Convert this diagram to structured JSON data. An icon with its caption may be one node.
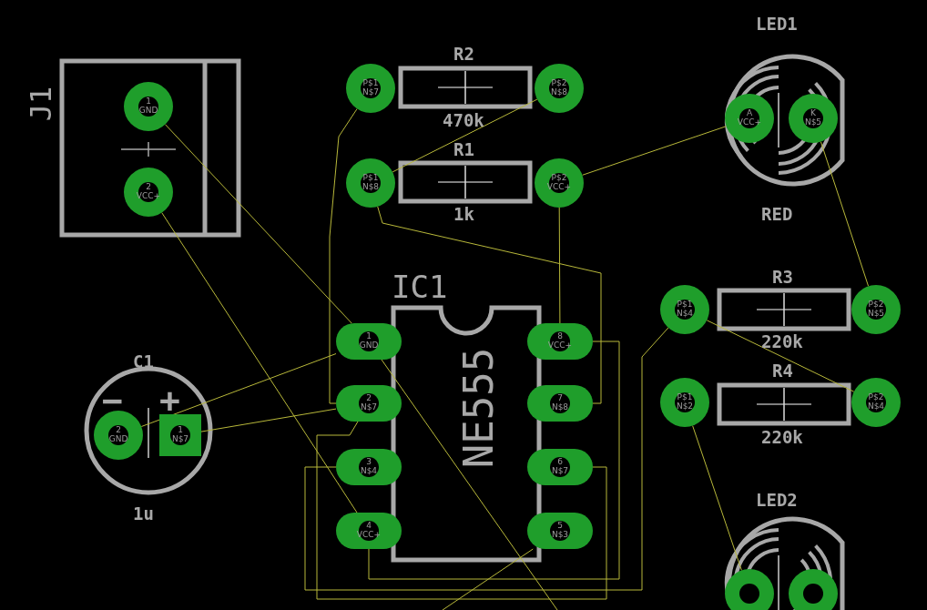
{
  "diagram": {
    "nodes": [
      {
        "text": [
          "J1"
        ]
      },
      {
        "text": [
          "1",
          "GND"
        ],
        "in": 0
      },
      {
        "text": [
          "2",
          "VCC+"
        ],
        "in": 0
      },
      {
        "text": [
          "R2",
          "470k"
        ]
      },
      {
        "text": [
          "P$1",
          "N$7"
        ]
      },
      {
        "text": [
          "P$2",
          "N$8"
        ]
      },
      {
        "text": [
          "R1",
          "1k"
        ]
      },
      {
        "text": [
          "P$1",
          "N$8"
        ]
      },
      {
        "text": [
          "P$2",
          "VCC+"
        ]
      },
      {
        "text": [
          "LED1",
          "RED"
        ]
      },
      {
        "text": [
          "A",
          "VCC+"
        ],
        "in": 9
      },
      {
        "text": [
          "K",
          "N$5"
        ],
        "in": 9
      },
      {
        "text": [
          "IC1",
          "NE555"
        ]
      },
      {
        "text": [
          "1",
          "GND"
        ]
      },
      {
        "text": [
          "8",
          "VCC+"
        ]
      },
      {
        "text": [
          "2",
          "N$7"
        ]
      },
      {
        "text": [
          "7",
          "N$8"
        ]
      },
      {
        "text": [
          "3",
          "N$4"
        ]
      },
      {
        "text": [
          "6",
          "N$7"
        ]
      },
      {
        "text": [
          "4",
          "VCC+"
        ]
      },
      {
        "text": [
          "5",
          "N$3"
        ]
      },
      {
        "text": [
          "R3",
          "220k"
        ]
      },
      {
        "text": [
          "P$1",
          "N$4"
        ]
      },
      {
        "text": [
          "P$2",
          "N$5"
        ]
      },
      {
        "text": [
          "C1",
          "1u"
        ]
      },
      {
        "text": [
          "2",
          "GND"
        ],
        "in": 24
      },
      {
        "text": [
          "1",
          "N$7"
        ],
        "in": 24
      },
      {
        "text": [
          "R4",
          "220k"
        ]
      },
      {
        "text": [
          "P$1",
          "N$2"
        ]
      },
      {
        "text": [
          "P$2",
          "N$4"
        ]
      },
      {
        "text": [
          "LED2"
        ]
      },
      {
        "text": [],
        "shape": "circle",
        "in": 30
      },
      {
        "text": [],
        "shape": "circle",
        "in": 30
      }
    ],
    "edges": [
      {
        "from": 1,
        "to": 13,
        "arrow": "none"
      },
      {
        "from": 2,
        "to": 19,
        "arrow": "none"
      },
      {
        "from": 4,
        "to": 15,
        "arrow": "none"
      },
      {
        "from": 5,
        "to": 7,
        "arrow": "none"
      },
      {
        "from": 7,
        "to": 16,
        "arrow": "none"
      },
      {
        "from": 8,
        "to": 10,
        "arrow": "none"
      },
      {
        "from": 8,
        "to": 14,
        "arrow": "none"
      },
      {
        "from": 14,
        "to": 19,
        "arrow": "none"
      },
      {
        "from": 11,
        "to": 23,
        "arrow": "none"
      },
      {
        "from": 22,
        "to": 29,
        "arrow": "none"
      },
      {
        "from": 22,
        "to": 17,
        "arrow": "none"
      },
      {
        "from": 28,
        "to": 31,
        "arrow": "none"
      },
      {
        "from": 13,
        "to": 25,
        "arrow": "none"
      },
      {
        "from": 13,
        "to": null,
        "arrow": "none"
      },
      {
        "from": 15,
        "to": 26,
        "arrow": "none"
      },
      {
        "from": 15,
        "to": 18,
        "arrow": "none"
      },
      {
        "from": 20,
        "to": null,
        "arrow": "none"
      }
    ],
    "labels": [
      "−",
      "+"
    ]
  }
}
